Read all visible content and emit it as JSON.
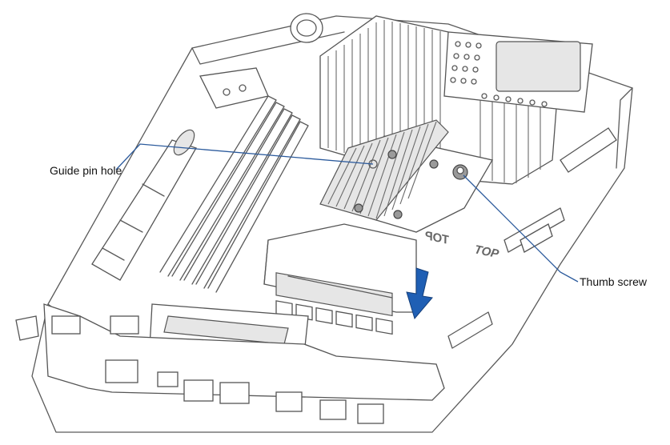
{
  "callouts": {
    "guide_pin_hole": "Guide pin hole",
    "thumb_screw": "Thumb screw"
  },
  "board_markings": {
    "top": "TOP",
    "top_mirrored": "TOP"
  },
  "colors": {
    "callout_line": "#2b5a9c",
    "arrow": "#1f5fb4",
    "drawing_line": "#5a5a5a"
  }
}
